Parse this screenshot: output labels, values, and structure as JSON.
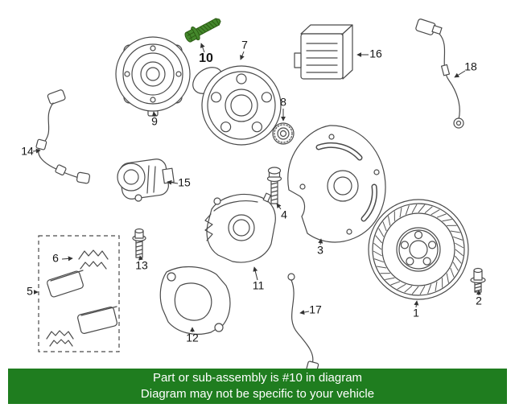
{
  "diagram": {
    "highlighted_part_number": "10",
    "highlight_color": "#44882c",
    "callouts": [
      "1",
      "2",
      "3",
      "4",
      "5",
      "6",
      "7",
      "8",
      "9",
      "10",
      "11",
      "12",
      "13",
      "14",
      "15",
      "16",
      "17",
      "18"
    ]
  },
  "banner": {
    "background_color": "#1f7d1f",
    "text_color": "#ffffff",
    "line1": "Part or sub-assembly is #10 in diagram",
    "line2": "Diagram may not be specific to your vehicle"
  }
}
